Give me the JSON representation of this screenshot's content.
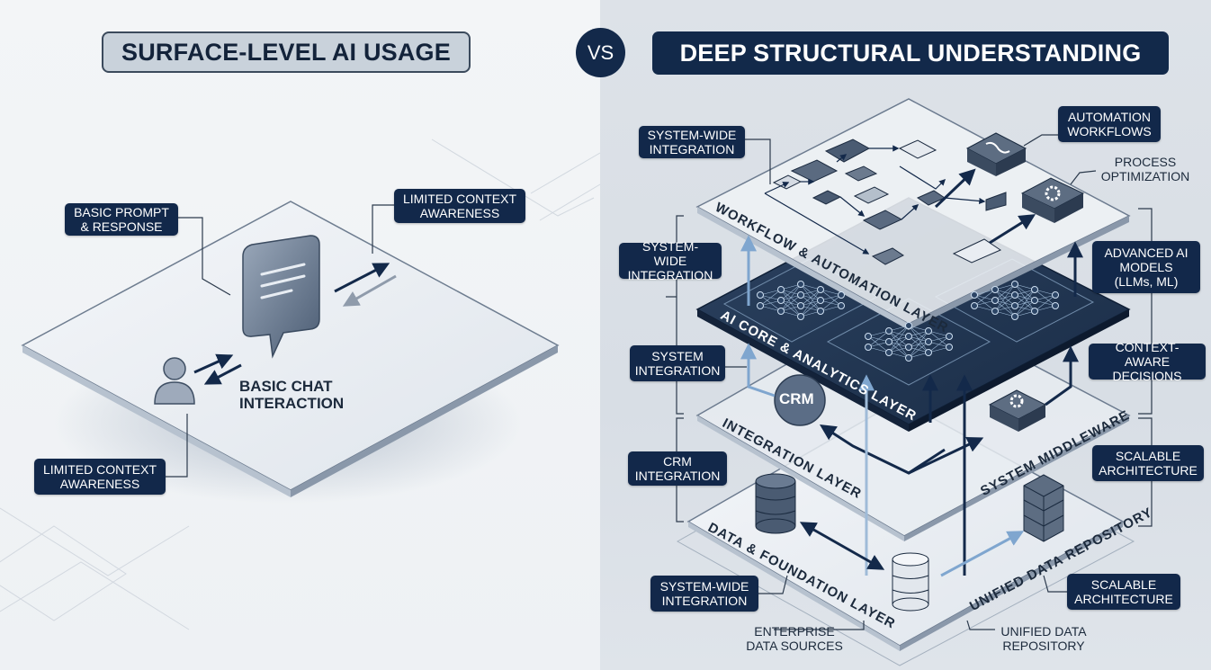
{
  "titles": {
    "left": "SURFACE-LEVEL AI USAGE",
    "vs": "VS",
    "right": "DEEP STRUCTURAL UNDERSTANDING"
  },
  "left_panel": {
    "center_label_line1": "BASIC CHAT",
    "center_label_line2": "INTERACTION",
    "callouts": [
      {
        "line1": "BASIC PROMPT",
        "line2": "& RESPONSE"
      },
      {
        "line1": "LIMITED CONTEXT",
        "line2": "AWARENESS"
      },
      {
        "line1": "LIMITED CONTEXT",
        "line2": "AWARENESS"
      }
    ],
    "icons": [
      "chat-bubble-icon",
      "user-icon",
      "arrow-icon"
    ]
  },
  "right_panel": {
    "layers": [
      {
        "name": "WORKFLOW & AUTOMATION LAYER"
      },
      {
        "name": "AI CORE & ANALYTICS LAYER"
      },
      {
        "name": "INTEGRATION LAYER",
        "side_label": "SYSTEM MIDDLEWARE"
      },
      {
        "name": "DATA & FOUNDATION LAYER",
        "side_label": "UNIFIED DATA REPOSITORY"
      }
    ],
    "crm_badge": "CRM",
    "left_callouts": [
      {
        "line1": "SYSTEM-WIDE",
        "line2": "INTEGRATION"
      },
      {
        "line1": "SYSTEM-WIDE",
        "line2": "INTEGRATION"
      },
      {
        "line1": "SYSTEM",
        "line2": "INTEGRATION"
      },
      {
        "line1": "CRM",
        "line2": "INTEGRATION"
      },
      {
        "line1": "SYSTEM-WIDE",
        "line2": "INTEGRATION"
      }
    ],
    "right_callouts": [
      {
        "line1": "AUTOMATION",
        "line2": "WORKFLOWS"
      },
      {
        "line1": "ADVANCED AI",
        "line2": "MODELS",
        "line3": "(LLMs, ML)"
      },
      {
        "line1": "CONTEXT-AWARE",
        "line2": "DECISIONS"
      },
      {
        "line1": "SCALABLE",
        "line2": "ARCHITECTURE"
      },
      {
        "line1": "SCALABLE",
        "line2": "ARCHITECTURE"
      }
    ],
    "plain_labels": [
      {
        "line1": "PROCESS",
        "line2": "OPTIMIZATION"
      },
      {
        "line1": "ENTERPRISE",
        "line2": "DATA SOURCES"
      },
      {
        "line1": "UNIFIED DATA",
        "line2": "REPOSITORY"
      }
    ],
    "icons": [
      "flowchart-icon",
      "neural-network-icon",
      "gear-icon",
      "database-icon",
      "server-rack-icon",
      "crm-icon",
      "workflow-icon"
    ]
  },
  "colors": {
    "navy": "#12284a",
    "slate": "#4a5c74",
    "accent_blue": "#6f9ccc",
    "left_bg": "#f1f3f6",
    "right_bg": "#dbe0e6"
  }
}
